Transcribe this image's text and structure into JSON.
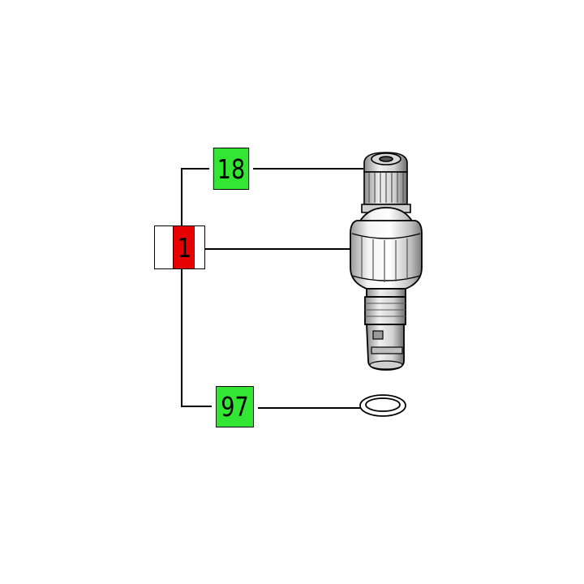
{
  "diagram": {
    "callouts": [
      {
        "id": "18",
        "label": "18",
        "style": "green"
      },
      {
        "id": "1",
        "label": "1",
        "style": "red"
      },
      {
        "id": "97",
        "label": "97",
        "style": "green"
      }
    ],
    "parts": [
      {
        "callout": "18",
        "part_icon": "gear-pinion-icon"
      },
      {
        "callout": "1",
        "part_icon": "armature-rotor-icon"
      },
      {
        "callout": "97",
        "part_icon": "o-ring-icon"
      }
    ]
  },
  "colors": {
    "callout_green": "#33e633",
    "callout_red": "#e60000",
    "line": "#000000",
    "part_gray": "#8a8a8a",
    "part_light": "#e8e8e8"
  }
}
